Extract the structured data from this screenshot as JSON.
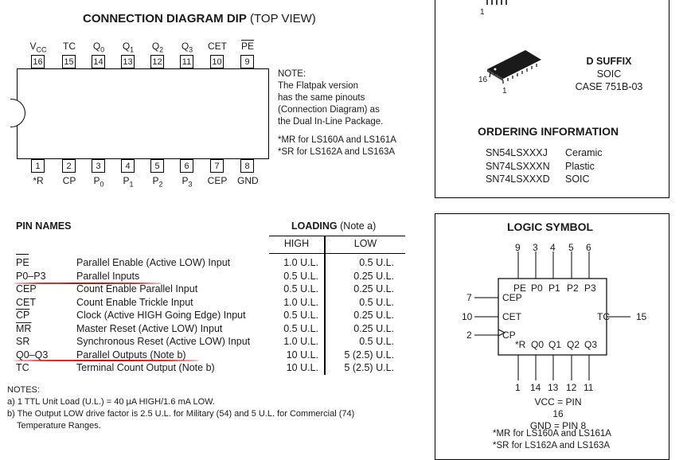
{
  "connection_diagram": {
    "title_bold": "CONNECTION DIAGRAM DIP",
    "title_rest": "(TOP VIEW)",
    "top_pins": [
      {
        "label": "V",
        "sub": "CC",
        "num": "16"
      },
      {
        "label": "TC",
        "sub": "",
        "num": "15"
      },
      {
        "label": "Q",
        "sub": "0",
        "num": "14"
      },
      {
        "label": "Q",
        "sub": "1",
        "num": "13"
      },
      {
        "label": "Q",
        "sub": "2",
        "num": "12"
      },
      {
        "label": "Q",
        "sub": "3",
        "num": "11"
      },
      {
        "label": "CET",
        "sub": "",
        "num": "10"
      },
      {
        "label": "PE",
        "sub": "",
        "num": "9"
      }
    ],
    "bottom_pins": [
      {
        "label": "*R",
        "sub": "",
        "num": "1"
      },
      {
        "label": "CP",
        "sub": "",
        "num": "2"
      },
      {
        "label": "P",
        "sub": "0",
        "num": "3"
      },
      {
        "label": "P",
        "sub": "1",
        "num": "4"
      },
      {
        "label": "P",
        "sub": "2",
        "num": "5"
      },
      {
        "label": "P",
        "sub": "3",
        "num": "6"
      },
      {
        "label": "CEP",
        "sub": "",
        "num": "7"
      },
      {
        "label": "GND",
        "sub": "",
        "num": "8"
      }
    ],
    "note_lines": [
      "NOTE:",
      "The Flatpak version",
      "has the same pinouts",
      "(Connection Diagram) as",
      "the Dual In-Line Package."
    ],
    "mr_note": "*MR for LS160A and LS161A",
    "sr_note": "*SR for LS162A and LS163A"
  },
  "package": {
    "top_pin_label": "1",
    "pin16": "16",
    "pin1": "1",
    "suffix": "D SUFFIX",
    "type": "SOIC",
    "case": "CASE 751B-03"
  },
  "ordering": {
    "title": "ORDERING INFORMATION",
    "rows": [
      {
        "part": "SN54LSXXXJ",
        "pkg": "Ceramic"
      },
      {
        "part": "SN74LSXXXN",
        "pkg": "Plastic"
      },
      {
        "part": "SN74LSXXXD",
        "pkg": "SOIC"
      }
    ]
  },
  "pin_names": {
    "title": "PIN NAMES",
    "loading_bold": "LOADING",
    "loading_rest": "(Note a)",
    "col_high": "HIGH",
    "col_low": "LOW",
    "rows": [
      {
        "pin": "PE",
        "desc": "Parallel Enable (Active LOW) Input",
        "high": "1.0 U.L.",
        "low": "0.5 U.L."
      },
      {
        "pin": "P0–P3",
        "desc": "Parallel Inputs",
        "high": "0.5 U.L.",
        "low": "0.25 U.L."
      },
      {
        "pin": "CEP",
        "desc": "Count Enable Parallel Input",
        "high": "0.5 U.L.",
        "low": "0.25 U.L."
      },
      {
        "pin": "CET",
        "desc": "Count Enable Trickle Input",
        "high": "1.0 U.L.",
        "low": "0.5 U.L."
      },
      {
        "pin": "CP",
        "desc": "Clock (Active HIGH Going Edge) Input",
        "high": "0.5 U.L.",
        "low": "0.25 U.L."
      },
      {
        "pin": "MR",
        "desc": "Master Reset (Active LOW) Input",
        "high": "0.5 U.L.",
        "low": "0.25 U.L."
      },
      {
        "pin": "SR",
        "desc": "Synchronous Reset (Active LOW) Input",
        "high": "1.0 U.L.",
        "low": "0.5 U.L."
      },
      {
        "pin": "Q0–Q3",
        "desc": "Parallel Outputs (Note b)",
        "high": "10 U.L.",
        "low": "5 (2.5) U.L."
      },
      {
        "pin": "TC",
        "desc": "Terminal Count Output (Note b)",
        "high": "10 U.L.",
        "low": "5 (2.5) U.L."
      }
    ],
    "notes_title": "NOTES:",
    "note_a": "a) 1 TTL Unit Load (U.L.) = 40 µA HIGH/1.6 mA LOW.",
    "note_b_1": "b) The Output LOW drive factor is 2.5 U.L. for Military (54) and 5 U.L. for Commercial (74)",
    "note_b_2": "Temperature Ranges."
  },
  "logic_symbol": {
    "title": "LOGIC SYMBOL",
    "top_nums": [
      "9",
      "3",
      "4",
      "5",
      "6"
    ],
    "top_labels": [
      "PE",
      "P0",
      "P1",
      "P2",
      "P3"
    ],
    "left_nums": [
      "7",
      "10",
      "2"
    ],
    "left_labels": [
      "CEP",
      "CET",
      "CP"
    ],
    "right_label": "TC",
    "right_num": "15",
    "bottom_labels": [
      "*R",
      "Q0",
      "Q1",
      "Q2",
      "Q3"
    ],
    "bottom_nums": [
      "1",
      "14",
      "13",
      "12",
      "11"
    ],
    "vcc": "VCC = PIN 16",
    "gnd": "GND = PIN 8",
    "mr_note": "*MR for LS160A and LS161A",
    "sr_note": "*SR for LS162A and LS163A"
  },
  "annotation_color": "#d01010"
}
